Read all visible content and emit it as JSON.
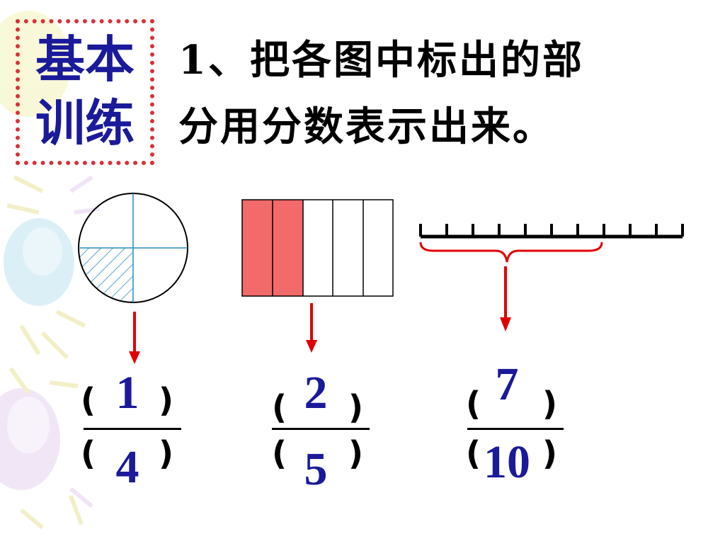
{
  "badge": {
    "line1": "基本",
    "line2": "训练"
  },
  "instruction": {
    "line1": "1、把各图中标出的部",
    "line2": "分用分数表示出来。"
  },
  "colors": {
    "badge_border": "#d9303a",
    "badge_text": "#1a1a9a",
    "answer": "#1a1a9a",
    "arrow": "#e00000",
    "rect_fill": "#f26a6a",
    "circle_lines": "#2a8cbf",
    "brace": "#e00000"
  },
  "fractions": [
    {
      "numerator": "1",
      "denominator": "4",
      "left_paren": "(",
      "right_paren": ")"
    },
    {
      "numerator": "2",
      "denominator": "5",
      "left_paren": "(",
      "right_paren": ")"
    },
    {
      "numerator": "7",
      "denominator": "10",
      "left_paren": "(",
      "right_paren": ")"
    }
  ],
  "figures": {
    "circle": {
      "parts": 4,
      "shaded": 1
    },
    "rectangle": {
      "parts": 5,
      "shaded": 2
    },
    "ruler": {
      "parts": 10,
      "bracketed": 7
    }
  }
}
